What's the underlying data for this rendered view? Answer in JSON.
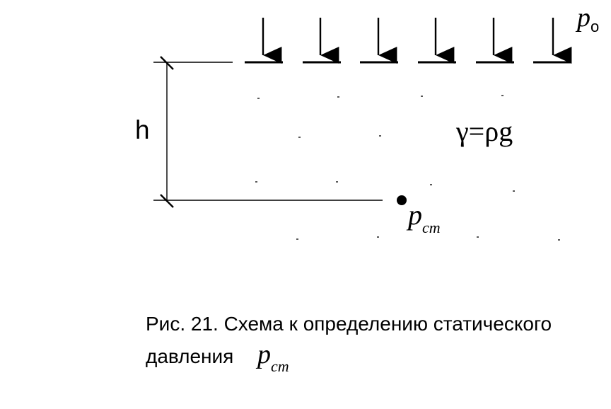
{
  "diagram": {
    "height_label": "h",
    "surface_pressure": {
      "symbol": "p",
      "subscript": "о"
    },
    "specific_weight": "γ=ρg",
    "static_pressure": {
      "symbol": "p",
      "subscript": "ст"
    }
  },
  "caption": {
    "line1": "Рис. 21. Схема к определению статического",
    "line2": "давления",
    "symbol": {
      "symbol": "p",
      "subscript": "ст"
    }
  }
}
